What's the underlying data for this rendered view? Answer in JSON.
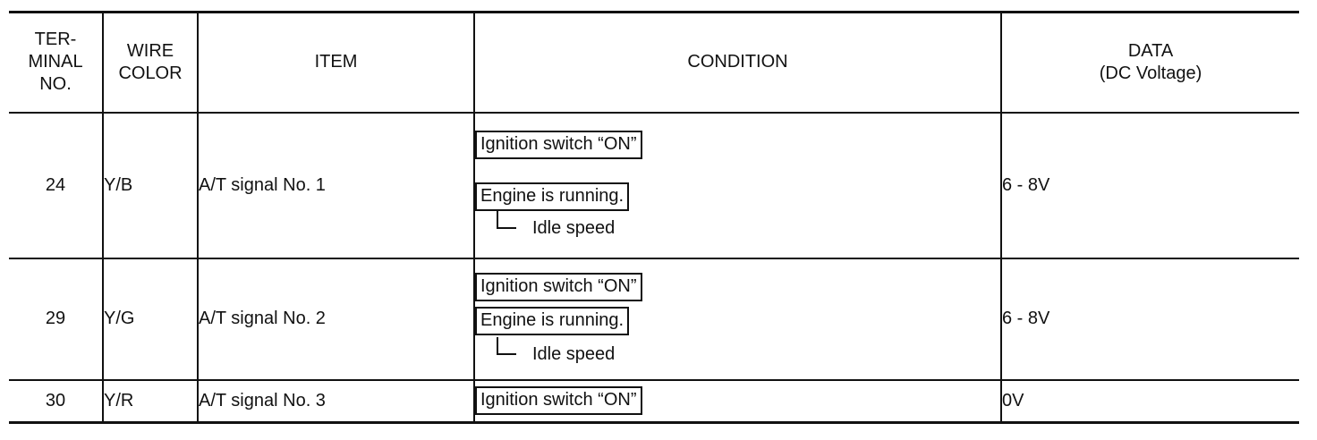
{
  "headers": {
    "terminal": [
      "TER-",
      "MINAL",
      "NO."
    ],
    "wire": [
      "WIRE",
      "COLOR"
    ],
    "item": "ITEM",
    "condition": "CONDITION",
    "data": [
      "DATA",
      "(DC Voltage)"
    ]
  },
  "rows": [
    {
      "terminal": "24",
      "wire": "Y/B",
      "item": "A/T signal No. 1",
      "cond_box1": "Ignition switch “ON”",
      "cond_box2": "Engine is running.",
      "cond_sub": "Idle speed",
      "data": "6 - 8V"
    },
    {
      "terminal": "29",
      "wire": "Y/G",
      "item": "A/T signal No. 2",
      "cond_box1": "Ignition switch “ON”",
      "cond_box2": "Engine is running.",
      "cond_sub": "Idle speed",
      "data": "6 - 8V"
    },
    {
      "terminal": "30",
      "wire": "Y/R",
      "item": "A/T signal No. 3",
      "cond_box1": "Ignition switch “ON”",
      "data": "0V"
    }
  ]
}
